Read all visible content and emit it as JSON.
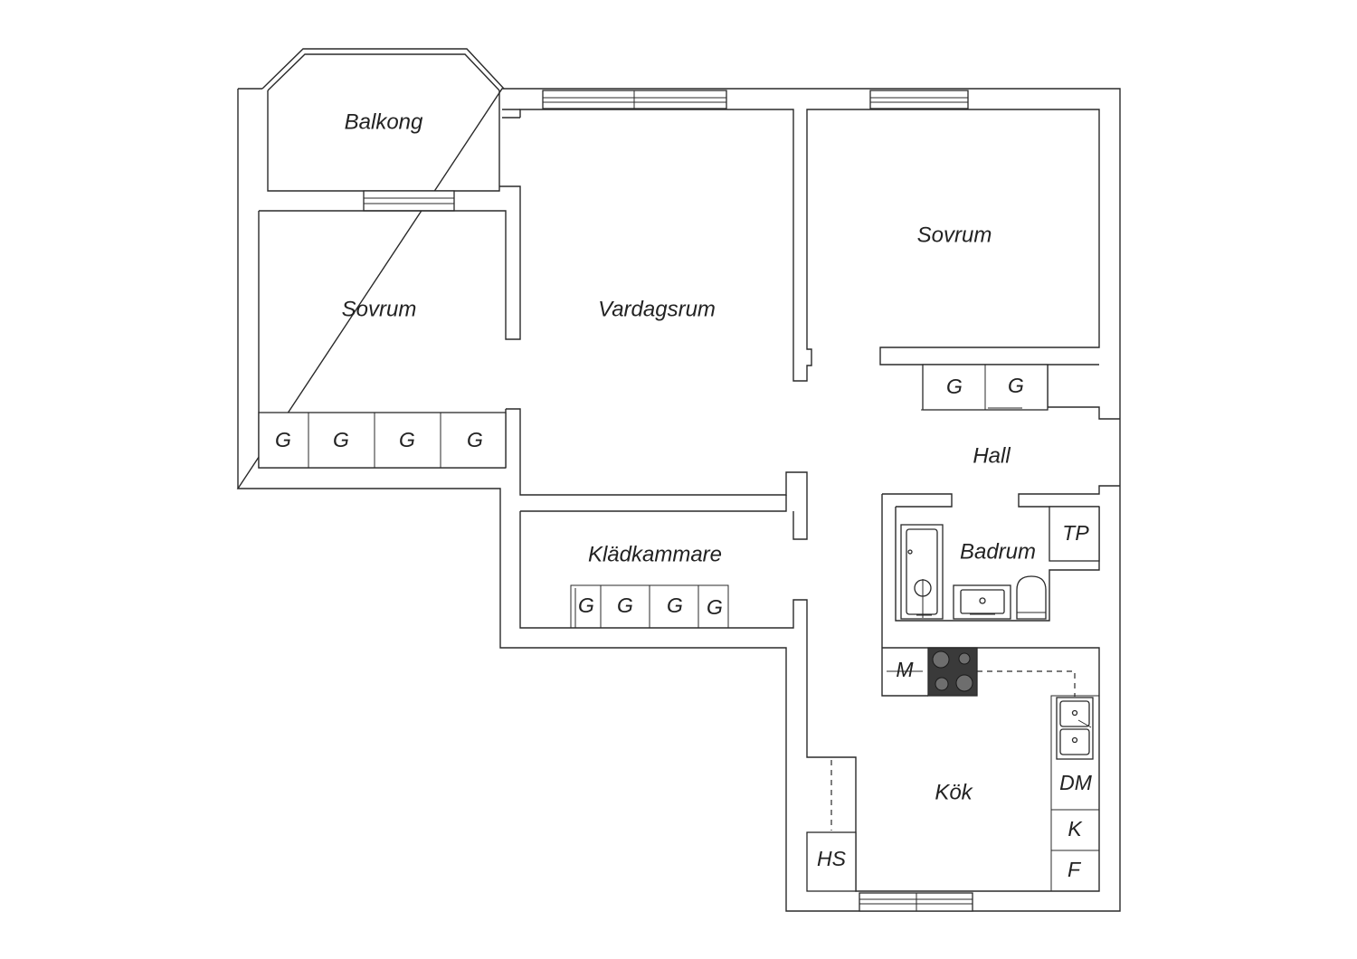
{
  "rooms": {
    "balkong": "Balkong",
    "sovrum_left": "Sovrum",
    "vardagsrum": "Vardagsrum",
    "sovrum_right": "Sovrum",
    "hall": "Hall",
    "kladkammare": "Klädkammare",
    "badrum": "Badrum",
    "kok": "Kök"
  },
  "fixtures": {
    "garderob": "G",
    "torkskap": "TP",
    "mikro": "M",
    "diskmaskin": "DM",
    "kyl": "K",
    "frys": "F",
    "hogskap": "HS"
  },
  "colors": {
    "wall": "#2a2a2a",
    "background": "#ffffff",
    "stove": "#3a3a3a"
  }
}
